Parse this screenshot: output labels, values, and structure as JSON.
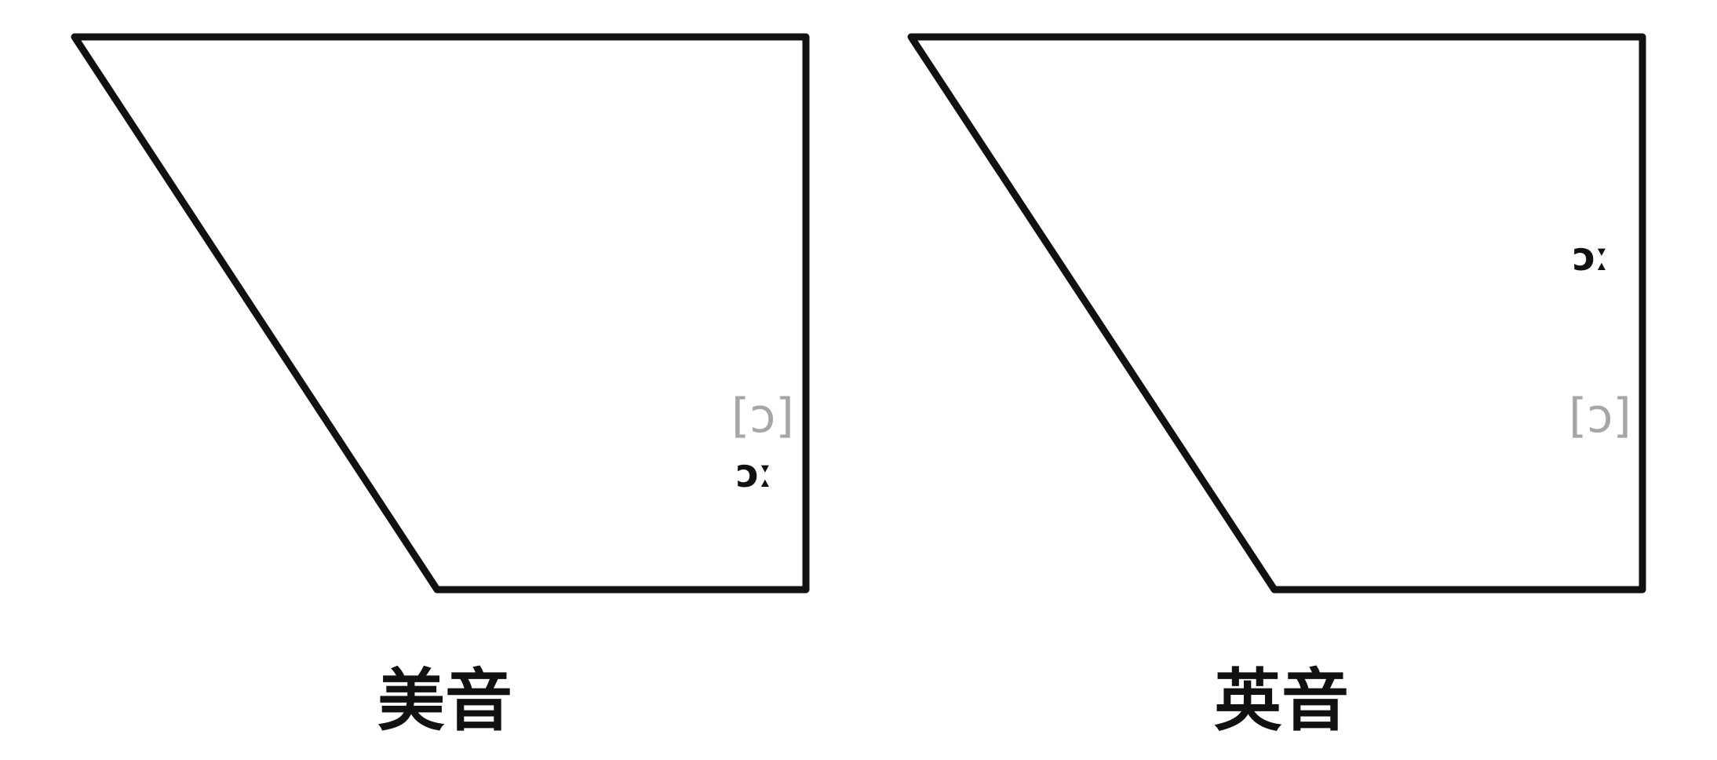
{
  "panels": [
    {
      "caption": "美音",
      "labels": {
        "bracketed_vowel": "[ɔ]",
        "long_vowel": "ɔː"
      }
    },
    {
      "caption": "英音",
      "labels": {
        "bracketed_vowel": "[ɔ]",
        "long_vowel": "ɔː"
      }
    }
  ],
  "colors": {
    "outline": "#111111",
    "bracketed_vowel": "#a6a6a6",
    "long_vowel": "#111111",
    "background": "#ffffff"
  }
}
